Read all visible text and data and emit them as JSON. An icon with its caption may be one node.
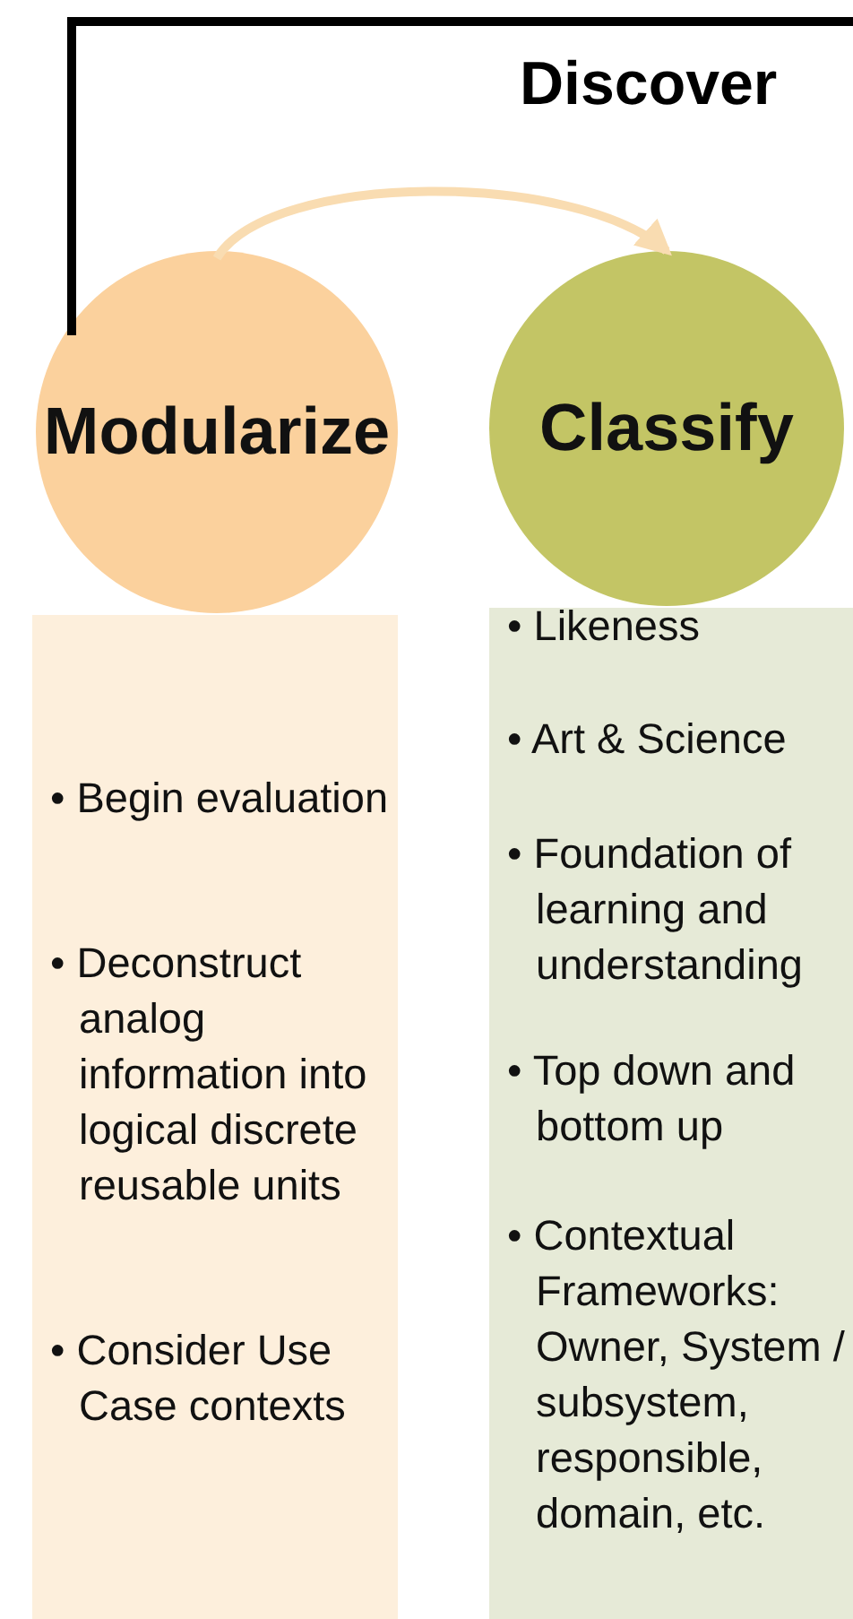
{
  "diagram": {
    "title": "Discover",
    "nodes": [
      {
        "text": [
          "Modularize"
        ]
      },
      {
        "text": [
          "Classify"
        ]
      },
      {
        "text": [
          "• Begin evaluation",
          "• Deconstruct analog information into logical discrete reusable units",
          "• Consider Use Case contexts"
        ]
      },
      {
        "text": [
          "• Likeness",
          "• Art & Science",
          "• Foundation of learning and understanding",
          "• Top down and bottom up",
          "• Contextual Frameworks: Owner, System / subsystem, responsible, domain, etc."
        ]
      }
    ],
    "edges": [
      {
        "from": 0,
        "to": 1,
        "arrow": "to",
        "color": "#f9dcb1"
      }
    ]
  }
}
